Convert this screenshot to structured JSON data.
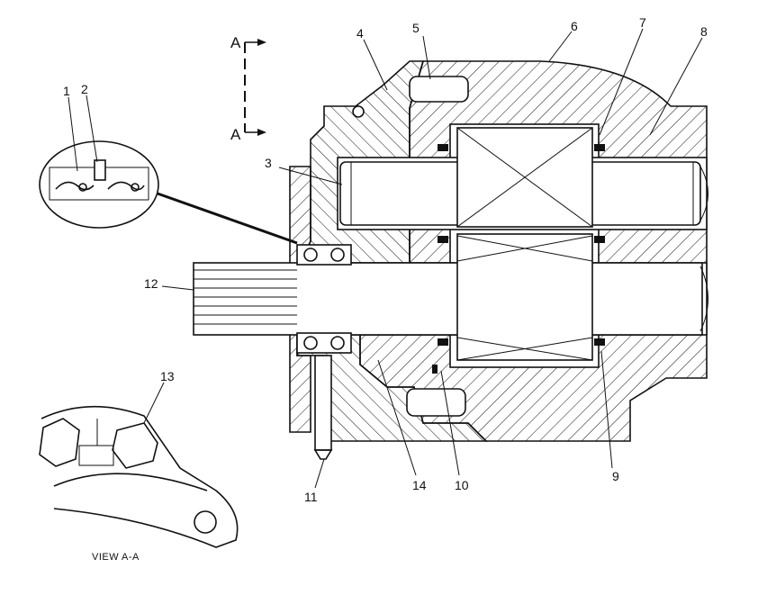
{
  "callouts": [
    "1",
    "2",
    "3",
    "4",
    "5",
    "6",
    "7",
    "8",
    "9",
    "10",
    "11",
    "12",
    "13",
    "14"
  ],
  "section": {
    "top_label": "A",
    "bottom_label": "A"
  },
  "view_caption": "VIEW  A-A",
  "colors": {
    "ink": "#111111",
    "paper": "#ffffff"
  }
}
